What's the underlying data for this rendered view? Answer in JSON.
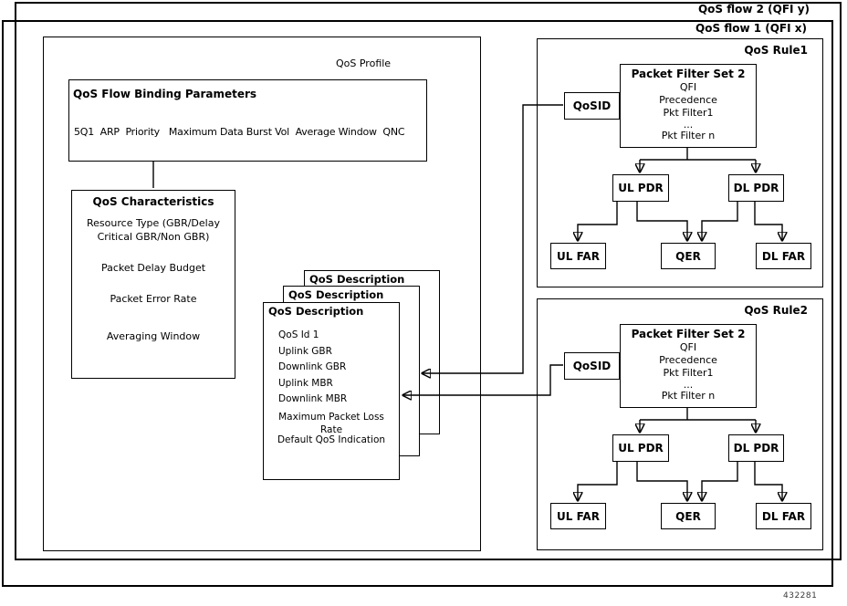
{
  "figure_number": "432281",
  "colors": {
    "line": "#000000",
    "background": "#ffffff",
    "figure_number": "#3a3a3a"
  },
  "flow2": {
    "label": "QoS flow 2 (QFI y)"
  },
  "flow1": {
    "label": "QoS flow 1 (QFI x)"
  },
  "profile": {
    "label": "QoS Profile",
    "binding": {
      "title": "QoS Flow Binding Parameters",
      "params": "5Q1  ARP  Priority   Maximum Data Burst Vol  Average Window  QNC"
    },
    "characteristics": {
      "title": "QoS Characteristics",
      "resource_type": "Resource Type (GBR/Delay Critical GBR/Non GBR)",
      "packet_delay": "Packet Delay Budget",
      "packet_error": "Packet Error Rate",
      "averaging_window": "Averaging Window"
    },
    "descriptions": {
      "back_label": "QoS Description",
      "middle_label": "QoS Description",
      "front": {
        "label": "QoS Description",
        "items": [
          "QoS Id 1",
          "Uplink GBR",
          "Downlink GBR",
          "Uplink MBR",
          "Downlink MBR"
        ],
        "max_packet_loss": "Maximum Packet Loss Rate",
        "default_indication": "Default QoS Indication"
      }
    }
  },
  "rules": [
    {
      "label": "QoS Rule1",
      "qosid_label": "QoSID",
      "packet_filter": {
        "title": "Packet Filter Set 2",
        "lines": [
          "QFI",
          "Precedence",
          "Pkt Filter1",
          "...",
          "Pkt Filter n"
        ]
      },
      "ul_pdr": "UL PDR",
      "dl_pdr": "DL PDR",
      "ul_far": "UL FAR",
      "qer": "QER",
      "dl_far": "DL FAR"
    },
    {
      "label": "QoS Rule2",
      "qosid_label": "QoSID",
      "packet_filter": {
        "title": "Packet Filter Set 2",
        "lines": [
          "QFI",
          "Precedence",
          "Pkt Filter1",
          "...",
          "Pkt Filter n"
        ]
      },
      "ul_pdr": "UL PDR",
      "dl_pdr": "DL PDR",
      "ul_far": "UL FAR",
      "qer": "QER",
      "dl_far": "DL FAR"
    }
  ]
}
